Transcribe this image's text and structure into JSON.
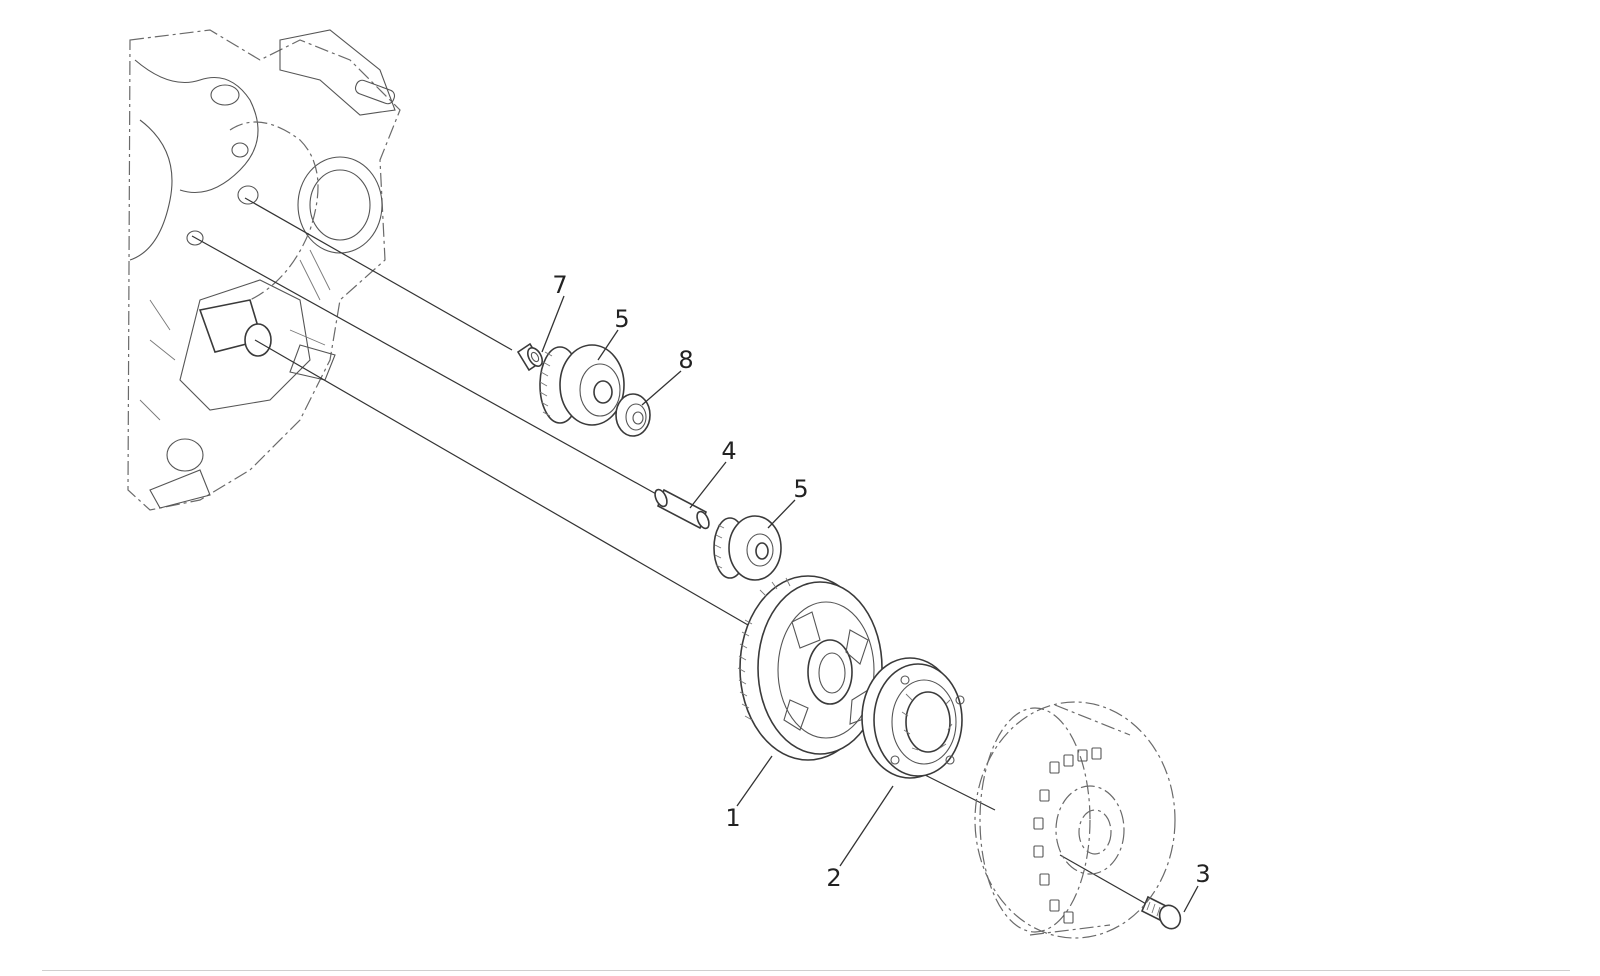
{
  "callouts": {
    "c1": "1",
    "c2": "2",
    "c3": "3",
    "c4": "4",
    "c5a": "5",
    "c5b": "5",
    "c7": "7",
    "c8": "8"
  }
}
